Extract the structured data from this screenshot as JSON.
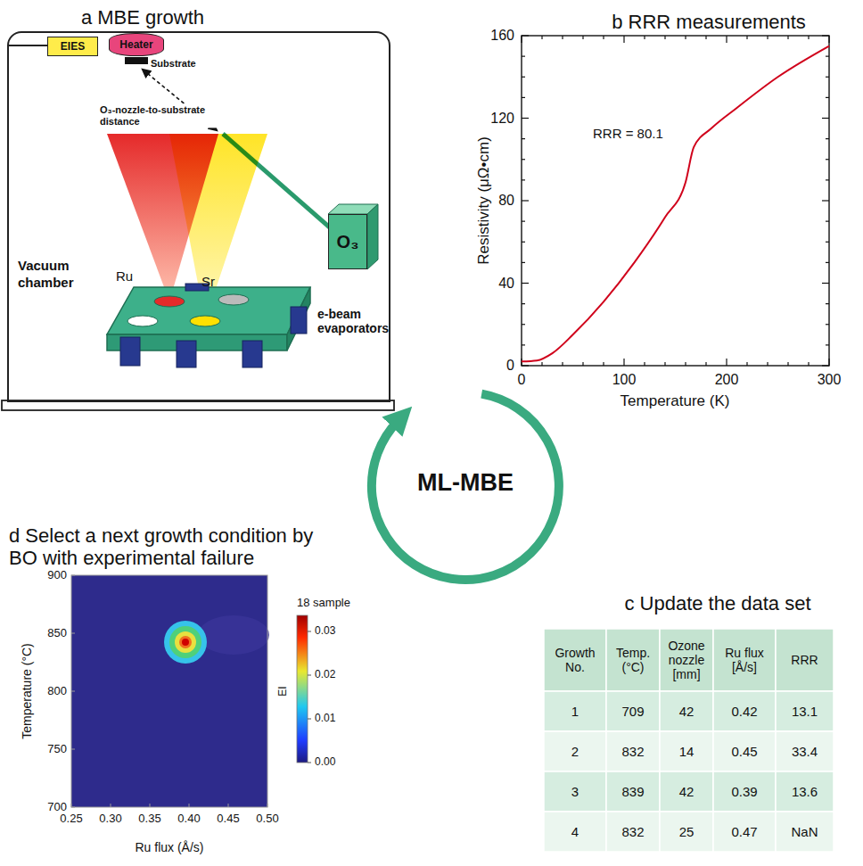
{
  "diagram": {
    "nodes": [
      {
        "text": [
          "Vacuum chamber"
        ]
      },
      {
        "text": [
          "EIES"
        ],
        "in": 0
      },
      {
        "text": [
          "Heater"
        ],
        "in": 0
      },
      {
        "text": [
          "O₃"
        ],
        "in": 0
      }
    ],
    "labels": [
      "a MBE growth",
      "Substrate",
      "O₃-nozzle-to-substrate distance",
      "Ru",
      "Sr",
      "e-beam evaporators",
      "b RRR measurements",
      "RRR = 80.1",
      "160",
      "120",
      "80",
      "40",
      "0",
      "0",
      "100",
      "200",
      "300",
      "Resistivity (μΩ•cm)",
      "Temperature (K)",
      "ML-MBE",
      "d Select a next growth condition by BO with experimental failure",
      "900",
      "850",
      "800",
      "750",
      "700",
      "0.25",
      "0.30",
      "0.35",
      "0.40",
      "0.45",
      "0.50",
      "Temperature (°C)",
      "Ru flux (Å/s)",
      "18 sample",
      "0.03",
      "0.02",
      "0.01",
      "0.00",
      "EI",
      "c Update the data set",
      "Growth No.",
      "Temp. (°C)",
      "Ozone nozzle [mm]",
      "Ru flux [Å/s]",
      "RRR",
      "1",
      "709",
      "42",
      "0.42",
      "13.1",
      "2",
      "832",
      "14",
      "0.45",
      "33.4",
      "3",
      "839",
      "42",
      "0.39",
      "13.6",
      "4",
      "832",
      "25",
      "0.47",
      "NaN"
    ]
  }
}
